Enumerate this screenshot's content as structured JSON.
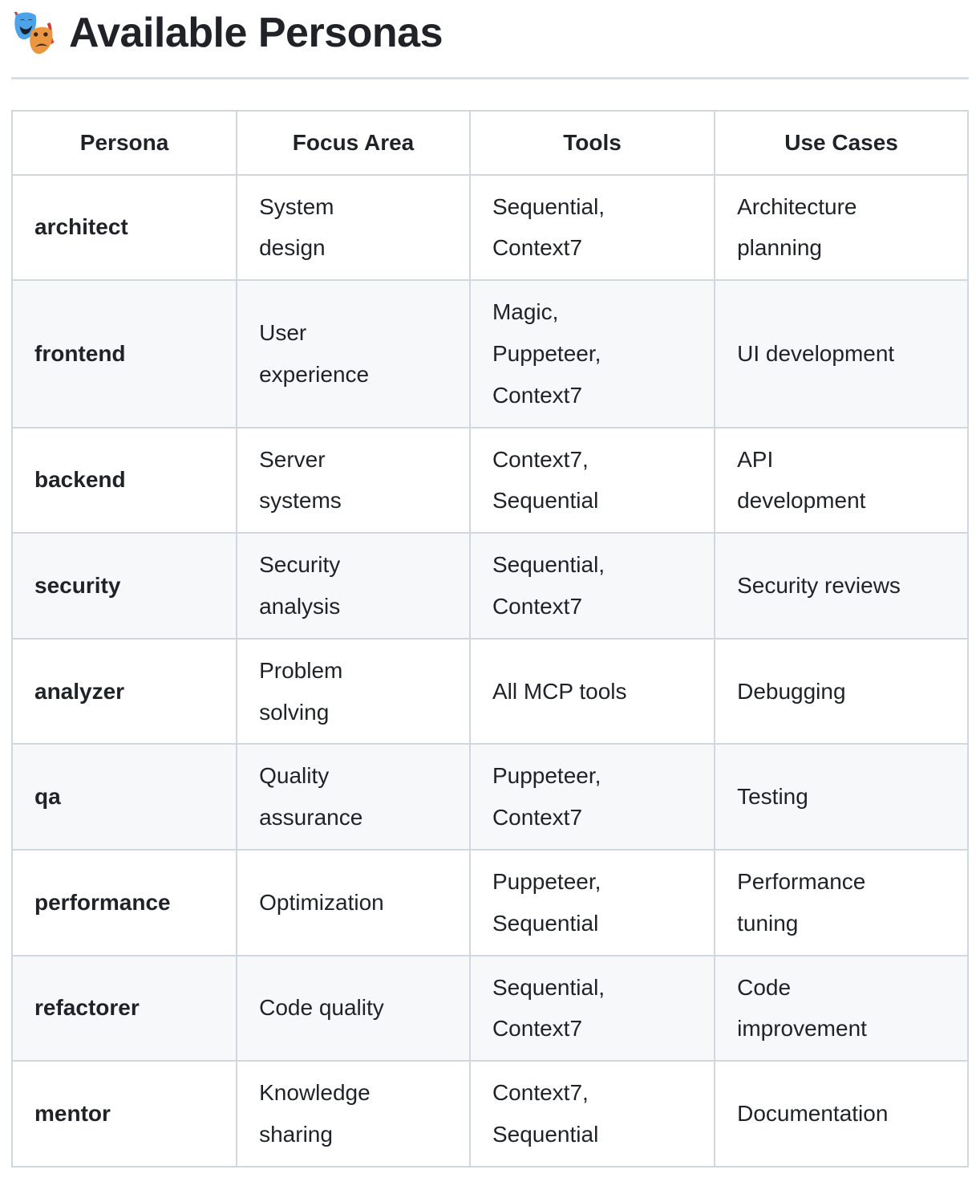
{
  "page": {
    "title": "Available Personas",
    "title_icon": "theater-masks-emoji"
  },
  "colors": {
    "text": "#1f2328",
    "table_border": "#d0d7de",
    "row_alt_bg": "#f6f8fa",
    "heading_rule": "#d8dee4"
  },
  "table": {
    "headers": [
      "Persona",
      "Focus Area",
      "Tools",
      "Use Cases"
    ],
    "rows": [
      {
        "persona": "architect",
        "focus_area": "System\ndesign",
        "tools": "Sequential,\nContext7",
        "use_cases": "Architecture\nplanning"
      },
      {
        "persona": "frontend",
        "focus_area": "User\nexperience",
        "tools": "Magic,\nPuppeteer,\nContext7",
        "use_cases": "UI development"
      },
      {
        "persona": "backend",
        "focus_area": "Server\nsystems",
        "tools": "Context7,\nSequential",
        "use_cases": "API\ndevelopment"
      },
      {
        "persona": "security",
        "focus_area": "Security\nanalysis",
        "tools": "Sequential,\nContext7",
        "use_cases": "Security reviews"
      },
      {
        "persona": "analyzer",
        "focus_area": "Problem\nsolving",
        "tools": "All MCP tools",
        "use_cases": "Debugging"
      },
      {
        "persona": "qa",
        "focus_area": "Quality\nassurance",
        "tools": "Puppeteer,\nContext7",
        "use_cases": "Testing"
      },
      {
        "persona": "performance",
        "focus_area": "Optimization",
        "tools": "Puppeteer,\nSequential",
        "use_cases": "Performance\ntuning"
      },
      {
        "persona": "refactorer",
        "focus_area": "Code quality",
        "tools": "Sequential,\nContext7",
        "use_cases": "Code\nimprovement"
      },
      {
        "persona": "mentor",
        "focus_area": "Knowledge\nsharing",
        "tools": "Context7,\nSequential",
        "use_cases": "Documentation"
      }
    ]
  }
}
